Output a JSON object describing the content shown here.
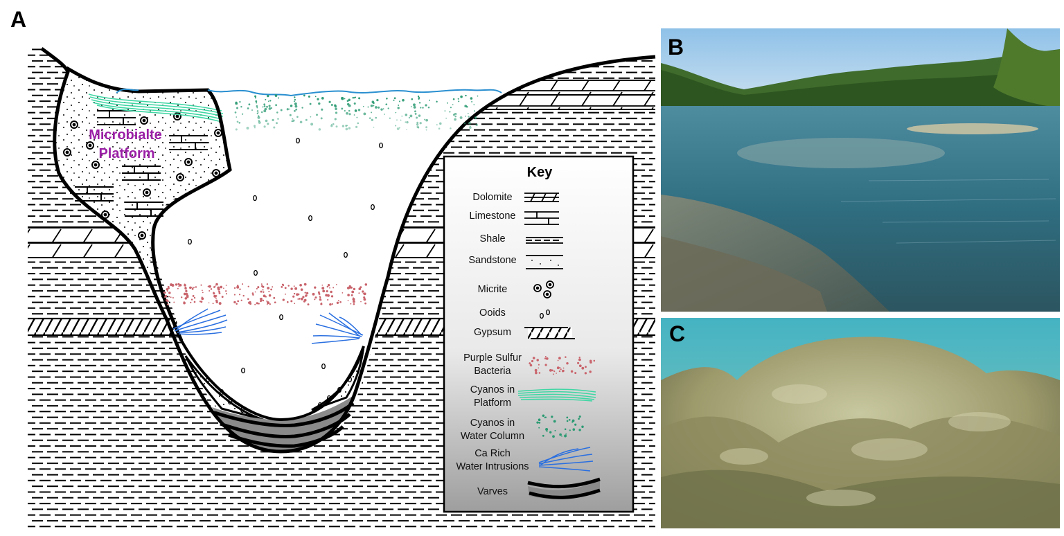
{
  "panels": {
    "a_label": "A",
    "b_label": "B",
    "c_label": "C"
  },
  "diagram": {
    "platform_label_line1": "Microbialte",
    "platform_label_line2": "Platform",
    "platform_label_color": "#9b1fa6"
  },
  "key": {
    "title": "Key",
    "items": [
      {
        "label": "Dolomite",
        "symbol": "dolomite"
      },
      {
        "label": "Limestone",
        "symbol": "limestone"
      },
      {
        "label": "Shale",
        "symbol": "shale"
      },
      {
        "label": "Sandstone",
        "symbol": "sandstone"
      },
      {
        "label": "Micrite",
        "symbol": "micrite"
      },
      {
        "label": "Ooids",
        "symbol": "ooids"
      },
      {
        "label": "Gypsum",
        "symbol": "gypsum"
      },
      {
        "label": "Purple Sulfur",
        "label2": "Bacteria",
        "symbol": "purple-dots",
        "color": "#c9646c"
      },
      {
        "label": "Cyanos in",
        "label2": "Platform",
        "symbol": "green-bands",
        "color": "#3fd6a4"
      },
      {
        "label": "Cyanos in",
        "label2": "Water Column",
        "symbol": "green-dots",
        "color": "#2a9a72"
      },
      {
        "label": "Ca Rich",
        "label2": "Water Intrusions",
        "symbol": "blue-lines",
        "color": "#2a6fe0"
      },
      {
        "label": "Varves",
        "symbol": "varves"
      }
    ]
  },
  "colors": {
    "water_line": "#2a8fd0",
    "purple_bacteria": "#c9646c",
    "cyanos_platform": "#3fd6a4",
    "cyanos_water": "#2a9a72",
    "ca_intrusions": "#2a6fe0",
    "varve_gray": "#8a8a8a"
  }
}
